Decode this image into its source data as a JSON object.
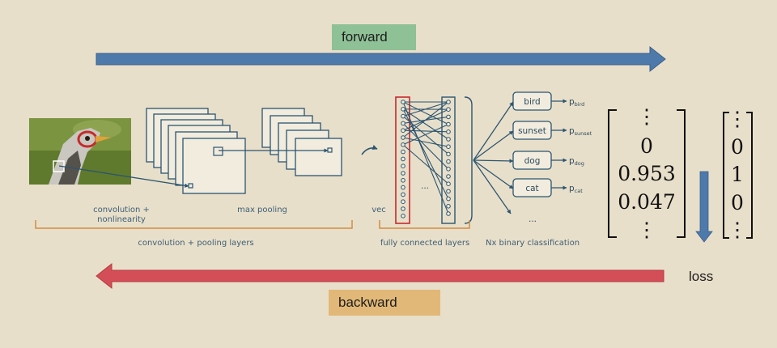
{
  "labels": {
    "forward": "forward",
    "backward": "backward",
    "loss": "loss"
  },
  "cnn": {
    "conv_label_line1": "convolution +",
    "conv_label_line2": "nonlinearity",
    "maxpool_label": "max pooling",
    "vec_label": "vec",
    "ellipsis": "...",
    "conv_pool_group": "convolution + pooling layers",
    "fc_group": "fully connected layers",
    "binary_group": "Nx binary classification",
    "classes": [
      {
        "name": "bird",
        "prob": "p",
        "sub": "bird"
      },
      {
        "name": "sunset",
        "prob": "p",
        "sub": "sunset"
      },
      {
        "name": "dog",
        "prob": "p",
        "sub": "dog"
      },
      {
        "name": "cat",
        "prob": "p",
        "sub": "cat"
      }
    ],
    "more": "..."
  },
  "prediction": [
    "⋮",
    "0",
    "0.953",
    "0.047",
    "⋮"
  ],
  "target": [
    "⋮",
    "0",
    "1",
    "0",
    "⋮"
  ],
  "colors": {
    "background": "#e8dfca",
    "forward_arrow": "#4e79ab",
    "backward_arrow": "#d34e56",
    "forward_label_bg": "#8fc196",
    "backward_label_bg": "#e1b877",
    "diagram_line": "#2c5570",
    "bracket_orange": "#cf8e42",
    "highlight_red": "#c62a2a"
  },
  "icons": [
    "bird-photo",
    "arrow-right",
    "arrow-left",
    "arrow-down",
    "curved-arrow"
  ]
}
